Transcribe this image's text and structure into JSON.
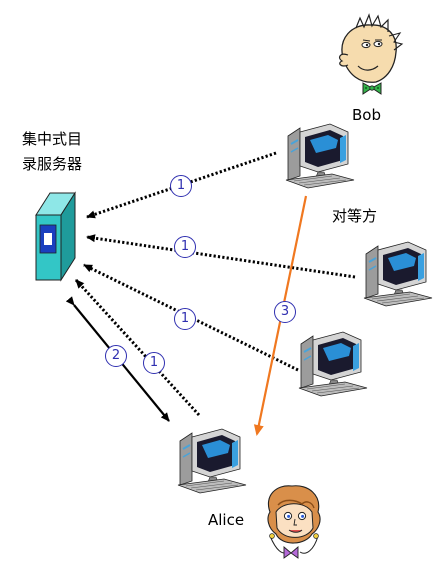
{
  "directory": {
    "title_line1": "集中式目",
    "title_line2": "录服务器"
  },
  "labels": {
    "bob": "Bob",
    "peers": "对等方",
    "alice": "Alice"
  },
  "steps": {
    "query": "1",
    "reply": "2",
    "transfer": "3"
  },
  "colors": {
    "server": "#33c6c6",
    "query_arrow": "#000000",
    "transfer_arrow": "#f07820",
    "step_marker": "#2f2fb0"
  },
  "icons": {
    "server": "server-tower-icon",
    "peer": "desktop-computer-icon",
    "bob": "bob-cartoon-icon",
    "alice": "alice-cartoon-icon"
  }
}
